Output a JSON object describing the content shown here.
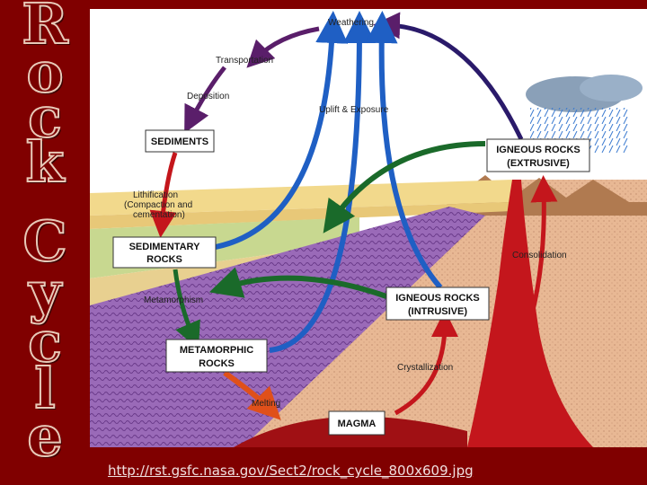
{
  "slide": {
    "side_title_letters": [
      "R",
      "o",
      "c",
      "k",
      "C",
      "y",
      "c",
      "l",
      "e"
    ],
    "source_url": "http://rst.gsfc.nasa.gov/Sect2/rock_cycle_800x609.jpg"
  },
  "diagram": {
    "labels": {
      "weathering": "Weathering",
      "transportation": "Transportation",
      "deposition": "Deposition",
      "uplift": "Uplift & Exposure",
      "lithification_1": "Lithification",
      "lithification_2": "(Compaction and",
      "lithification_3": "cementation)",
      "metamorphism": "Metamorphism",
      "consolidation": "Consolidation",
      "crystallization": "Crystallization",
      "melting": "Melting"
    },
    "boxes": {
      "sediments": "SEDIMENTS",
      "sedimentary_1": "SEDIMENTARY",
      "sedimentary_2": "ROCKS",
      "igneous_ext_1": "IGNEOUS ROCKS",
      "igneous_ext_2": "(EXTRUSIVE)",
      "igneous_int_1": "IGNEOUS ROCKS",
      "igneous_int_2": "(INTRUSIVE)",
      "metamorphic_1": "METAMORPHIC",
      "metamorphic_2": "ROCKS",
      "magma": "MAGMA"
    },
    "colors": {
      "background": "#800000",
      "sediment_band": "#f2d98c",
      "sediment_green": "#c8d890",
      "metamorphic_purple": "#9a6ab8",
      "crust_tan": "#e8b894",
      "magma_red": "#c4161c",
      "uplift_blue": "#1f5fc4",
      "crystallize_green": "#1a6a2a",
      "surface_purple": "#5a1e6a"
    }
  }
}
